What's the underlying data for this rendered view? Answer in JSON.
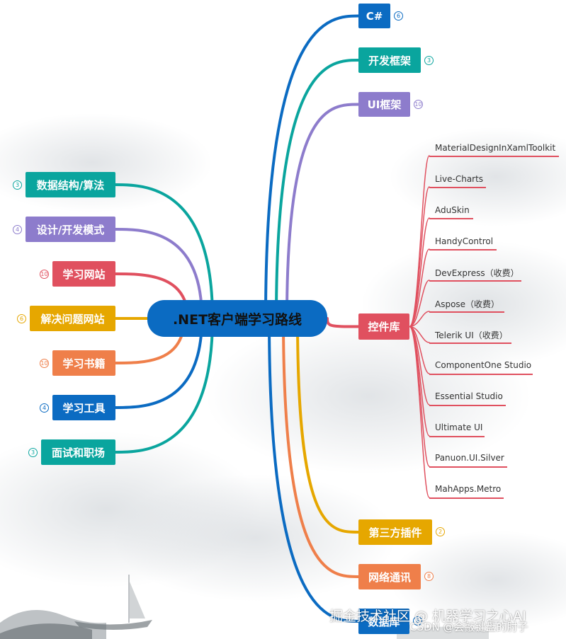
{
  "title": ".NET客户端学习路线",
  "colors": {
    "blue": "#0b6bc2",
    "teal": "#0aa59e",
    "purple": "#8d7ccc",
    "red": "#e0505f",
    "gold": "#e6a700",
    "orange": "#ef7f4a"
  },
  "right_branches": [
    {
      "label": "C#",
      "count": "6",
      "color": "blue"
    },
    {
      "label": "开发框架",
      "count": "3",
      "color": "teal"
    },
    {
      "label": "UI框架",
      "count": "10",
      "color": "purple"
    },
    {
      "label": "控件库",
      "color": "red"
    },
    {
      "label": "第三方插件",
      "count": "2",
      "color": "gold"
    },
    {
      "label": "网络通讯",
      "count": "8",
      "color": "orange"
    },
    {
      "label": "数据库",
      "count": "6",
      "color": "blue"
    }
  ],
  "left_branches": [
    {
      "label": "数据结构/算法",
      "count": "3",
      "color": "teal"
    },
    {
      "label": "设计/开发模式",
      "count": "4",
      "color": "purple"
    },
    {
      "label": "学习网站",
      "count": "10",
      "color": "red"
    },
    {
      "label": "解决问题网站",
      "count": "6",
      "color": "gold"
    },
    {
      "label": "学习书籍",
      "count": "10",
      "color": "orange"
    },
    {
      "label": "学习工具",
      "count": "4",
      "color": "blue"
    },
    {
      "label": "面试和职场",
      "count": "3",
      "color": "teal"
    }
  ],
  "control_libraries": [
    "MaterialDesignInXamlToolkit",
    "Live-Charts",
    "AduSkin",
    "HandyControl",
    "DevExpress（收费）",
    "Aspose（收费）",
    "Telerik UI（收费）",
    "ComponentOne Studio",
    "Essential Studio",
    "Ultimate UI",
    "Panuon.UI.Silver",
    "MahApps.Metro"
  ],
  "watermark": {
    "line1": "掘金技术社区 @ 机器学习之心AI",
    "line2": "CSDN @会敲键盘的肘子"
  }
}
